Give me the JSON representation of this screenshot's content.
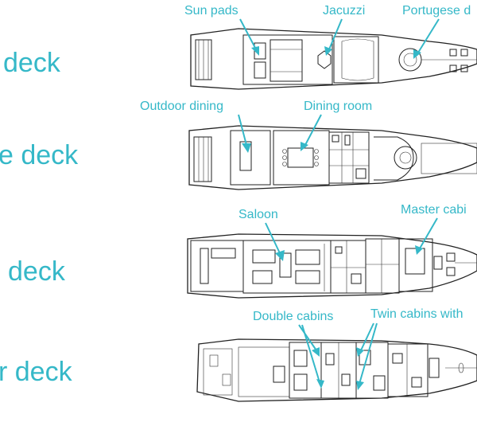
{
  "colors": {
    "accent": "#35b8c8",
    "lines": "#222222"
  },
  "decks": [
    {
      "name": "deck",
      "callouts": [
        "Sun pads",
        "Jacuzzi",
        "Portugese d"
      ]
    },
    {
      "name": "e deck",
      "callouts": [
        "Outdoor dining",
        "Dining room"
      ]
    },
    {
      "name": "deck",
      "callouts": [
        "Saloon",
        "Master cabi"
      ]
    },
    {
      "name": "r deck",
      "callouts": [
        "Double cabins",
        "Twin cabins with"
      ]
    }
  ]
}
